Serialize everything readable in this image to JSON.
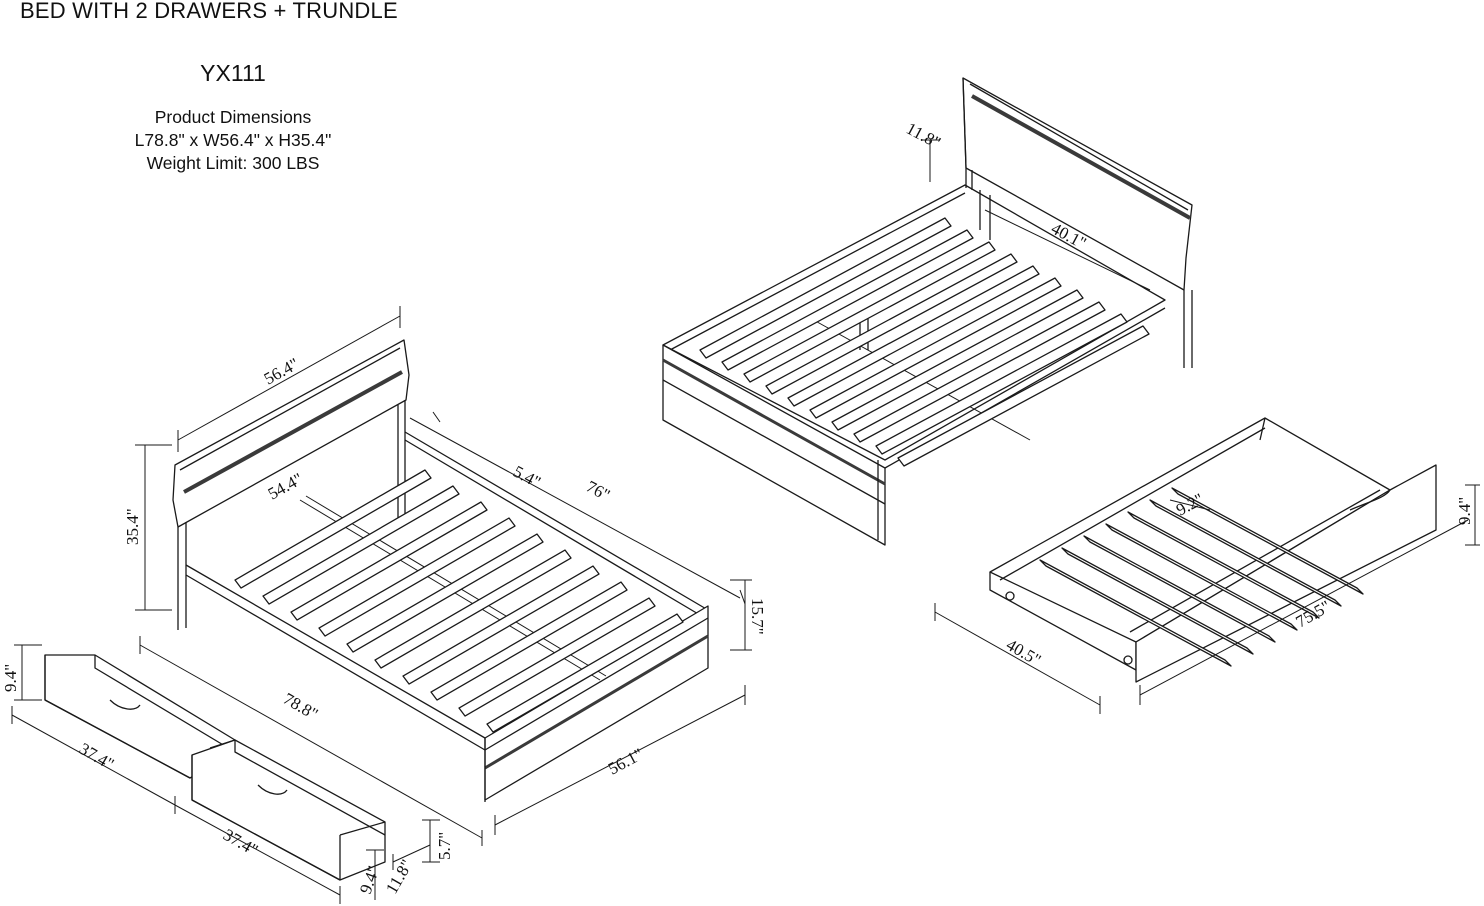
{
  "header": {
    "title": "BED WITH 2 DRAWERS + TRUNDLE",
    "model": "YX111"
  },
  "specs": {
    "label": "Product Dimensions",
    "dimensions": "L78.8\" x W56.4\" x H35.4\"",
    "weight_limit": "Weight Limit: 300 LBS"
  },
  "dimensions": {
    "bed": {
      "headboard_width": "56.4\"",
      "inner_width": "54.4\"",
      "height": "35.4\"",
      "side_offset": "5.4\"",
      "rail_length": "76\"",
      "overall_length": "78.8\"",
      "overall_width": "56.1\"",
      "rail_height": "15.7\""
    },
    "bed_back": {
      "post_offset": "11.8\"",
      "center_span": "40.1\""
    },
    "drawers": {
      "height_left": "9.4\"",
      "length_a": "37.4\"",
      "length_b": "37.4\"",
      "height_right": "9.4\"",
      "depth": "11.8\"",
      "front_height": "5.7\""
    },
    "trundle": {
      "width": "40.5\"",
      "length": "75.5\"",
      "height": "9.4\"",
      "slat_gap": "9.2\""
    }
  },
  "colors": {
    "line": "#1a1a1a",
    "panel": "#3a3a3a"
  }
}
